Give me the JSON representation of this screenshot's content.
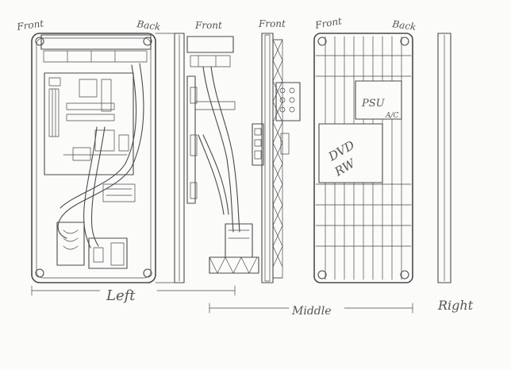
{
  "labels": {
    "front_left": "Front",
    "back_left": "Back",
    "front_middle": "Front",
    "front_middle2": "Front",
    "front_right": "Front",
    "back_right": "Back",
    "psu": "PSU",
    "ac": "A/C",
    "dvd_line1": "DVD",
    "dvd_line2": "RW",
    "left": "Left",
    "middle": "Middle",
    "right": "Right"
  },
  "colors": {
    "paper": "#fbfbfa",
    "pencil": "#4a4a4a"
  }
}
